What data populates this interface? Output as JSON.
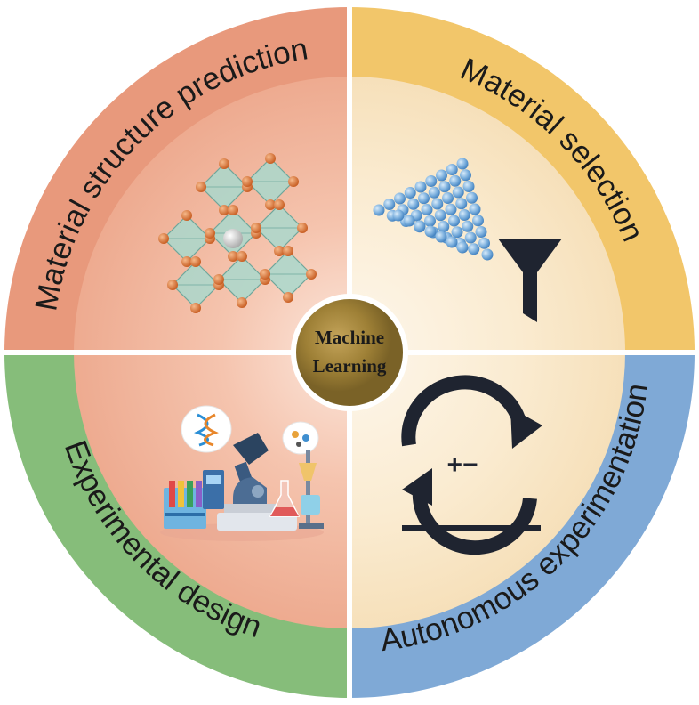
{
  "center": {
    "line1": "Machine",
    "line2": "Learning"
  },
  "quadrants": {
    "top_left": {
      "label": "Material structure prediction",
      "icon": "perovskite-crystal-icon",
      "ring_color": "#E8997C"
    },
    "top_right": {
      "label": "Material selection",
      "icon": "pyramid-filter-icon",
      "ring_color": "#F2C66A"
    },
    "bottom_left": {
      "label": "Experimental design",
      "icon": "laboratory-icon",
      "ring_color": "#86BD7A"
    },
    "bottom_right": {
      "label": "Autonomous experimentation",
      "icon": "cycle-arrows-icon",
      "ring_color": "#7FA9D6"
    }
  },
  "cycle_symbol": "+−"
}
